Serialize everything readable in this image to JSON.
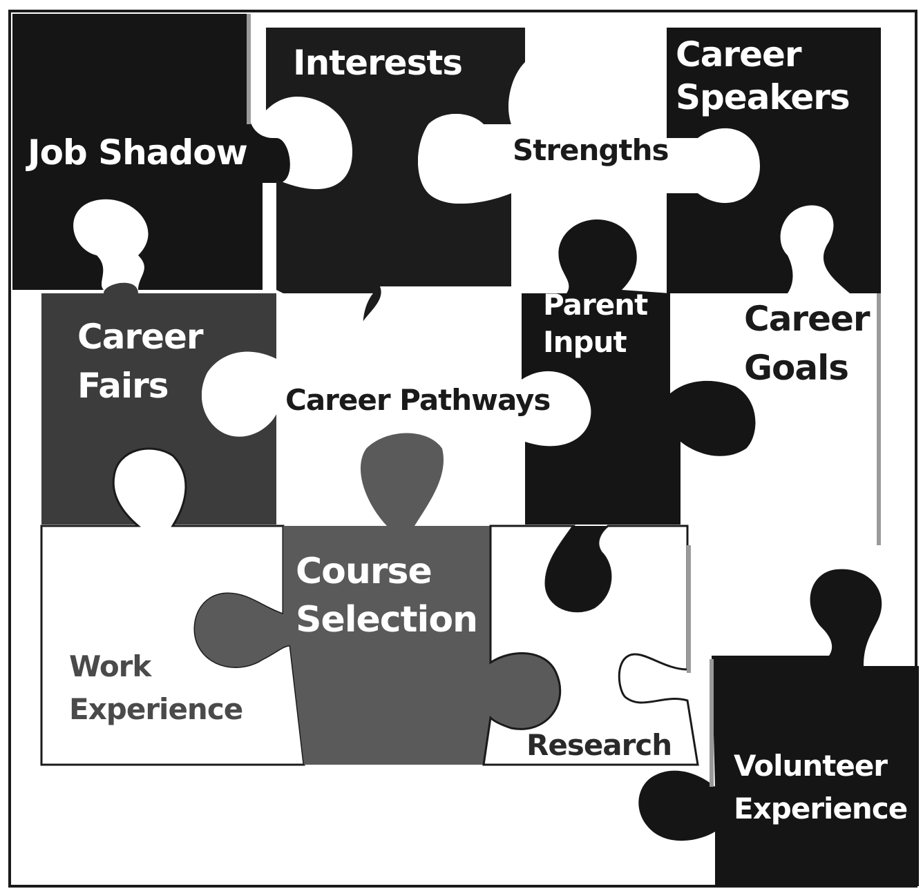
{
  "pieces": {
    "job_shadow": "Job Shadow",
    "interests": "Interests",
    "career_speakers": [
      "Career",
      "Speakers"
    ],
    "strengths": "Strengths",
    "career_fairs": [
      "Career",
      "Fairs"
    ],
    "career_pathways": "Career Pathways",
    "parent_input": [
      "Parent",
      "Input"
    ],
    "career_goals": [
      "Career",
      "Goals"
    ],
    "work_experience": [
      "Work",
      "Experience"
    ],
    "course_selection": [
      "Course",
      "Selection"
    ],
    "research": "Research",
    "volunteer_experience": [
      "Volunteer",
      "Experience"
    ]
  },
  "colors": {
    "black": "#151515",
    "dark_gray": "#3c3c3c",
    "mid_gray": "#5e5e5e",
    "white": "#ffffff",
    "outline": "#1a1a1a",
    "shadow_edge": "#9a9a9a"
  }
}
